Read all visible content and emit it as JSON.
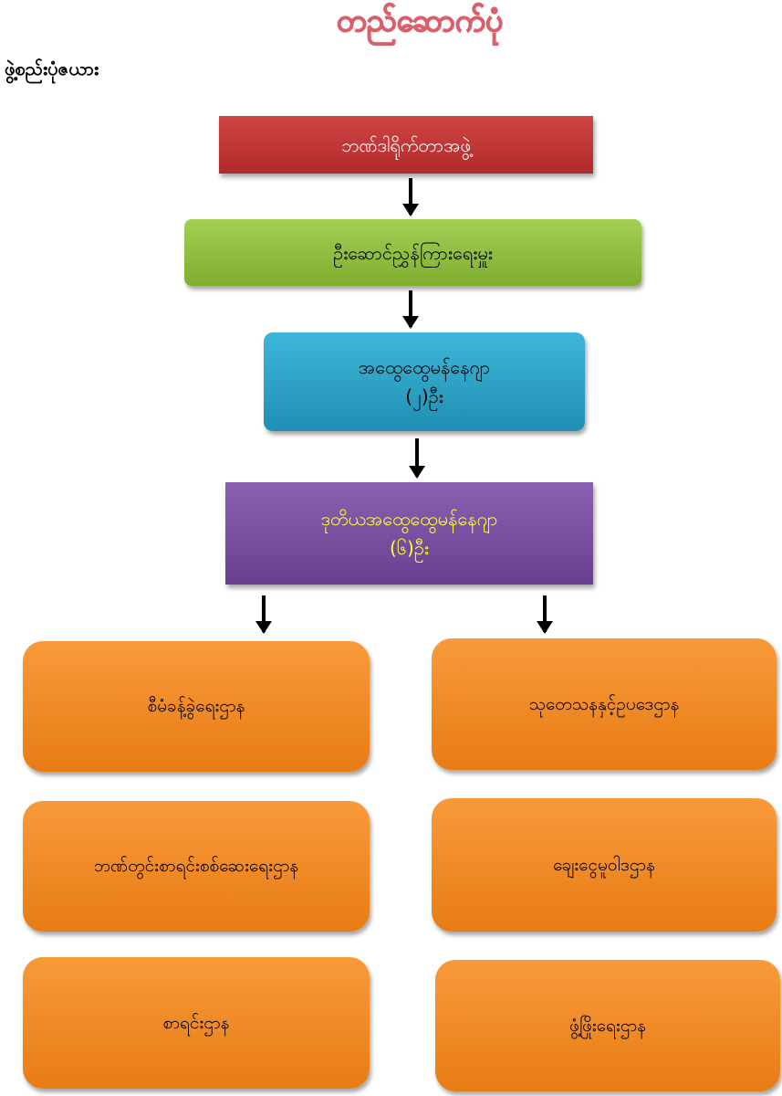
{
  "title": "တည်ဆောက်ပုံ",
  "subtitle": "ဖွဲ့စည်းပုံဇယား",
  "chart": {
    "board": "ဘဏ်ဒါရိုက်တာအဖွဲ့",
    "managing_director": "ဦးဆောင်ညွှန်ကြားရေးမှူး",
    "general_manager": {
      "label": "အထွေထွေမန်နေဂျာ",
      "count": "(၂)ဦး"
    },
    "deputy_general_manager": {
      "label": "ဒုတိယအထွေထွေမန်နေဂျာ",
      "count": "(၆)ဦး"
    },
    "departments_left": [
      "စီမံခန့်ခွဲရေးဌာန",
      "ဘဏ်တွင်းစာရင်းစစ်ဆေးရေးဌာန",
      "စာရင်းဌာန"
    ],
    "departments_right": [
      "သုတေသနနှင့်ဥပဒေဌာန",
      "ချေးငွေမူဝါဒဌာန",
      "ဖွံ့ဖြိုးရေးဌာန"
    ]
  },
  "colors": {
    "board": "#c83a3a",
    "managing_director": "#8fc13f",
    "general_manager": "#2ea4c8",
    "deputy_general_manager": "#7a4fa0",
    "departments": "#f08a24"
  }
}
